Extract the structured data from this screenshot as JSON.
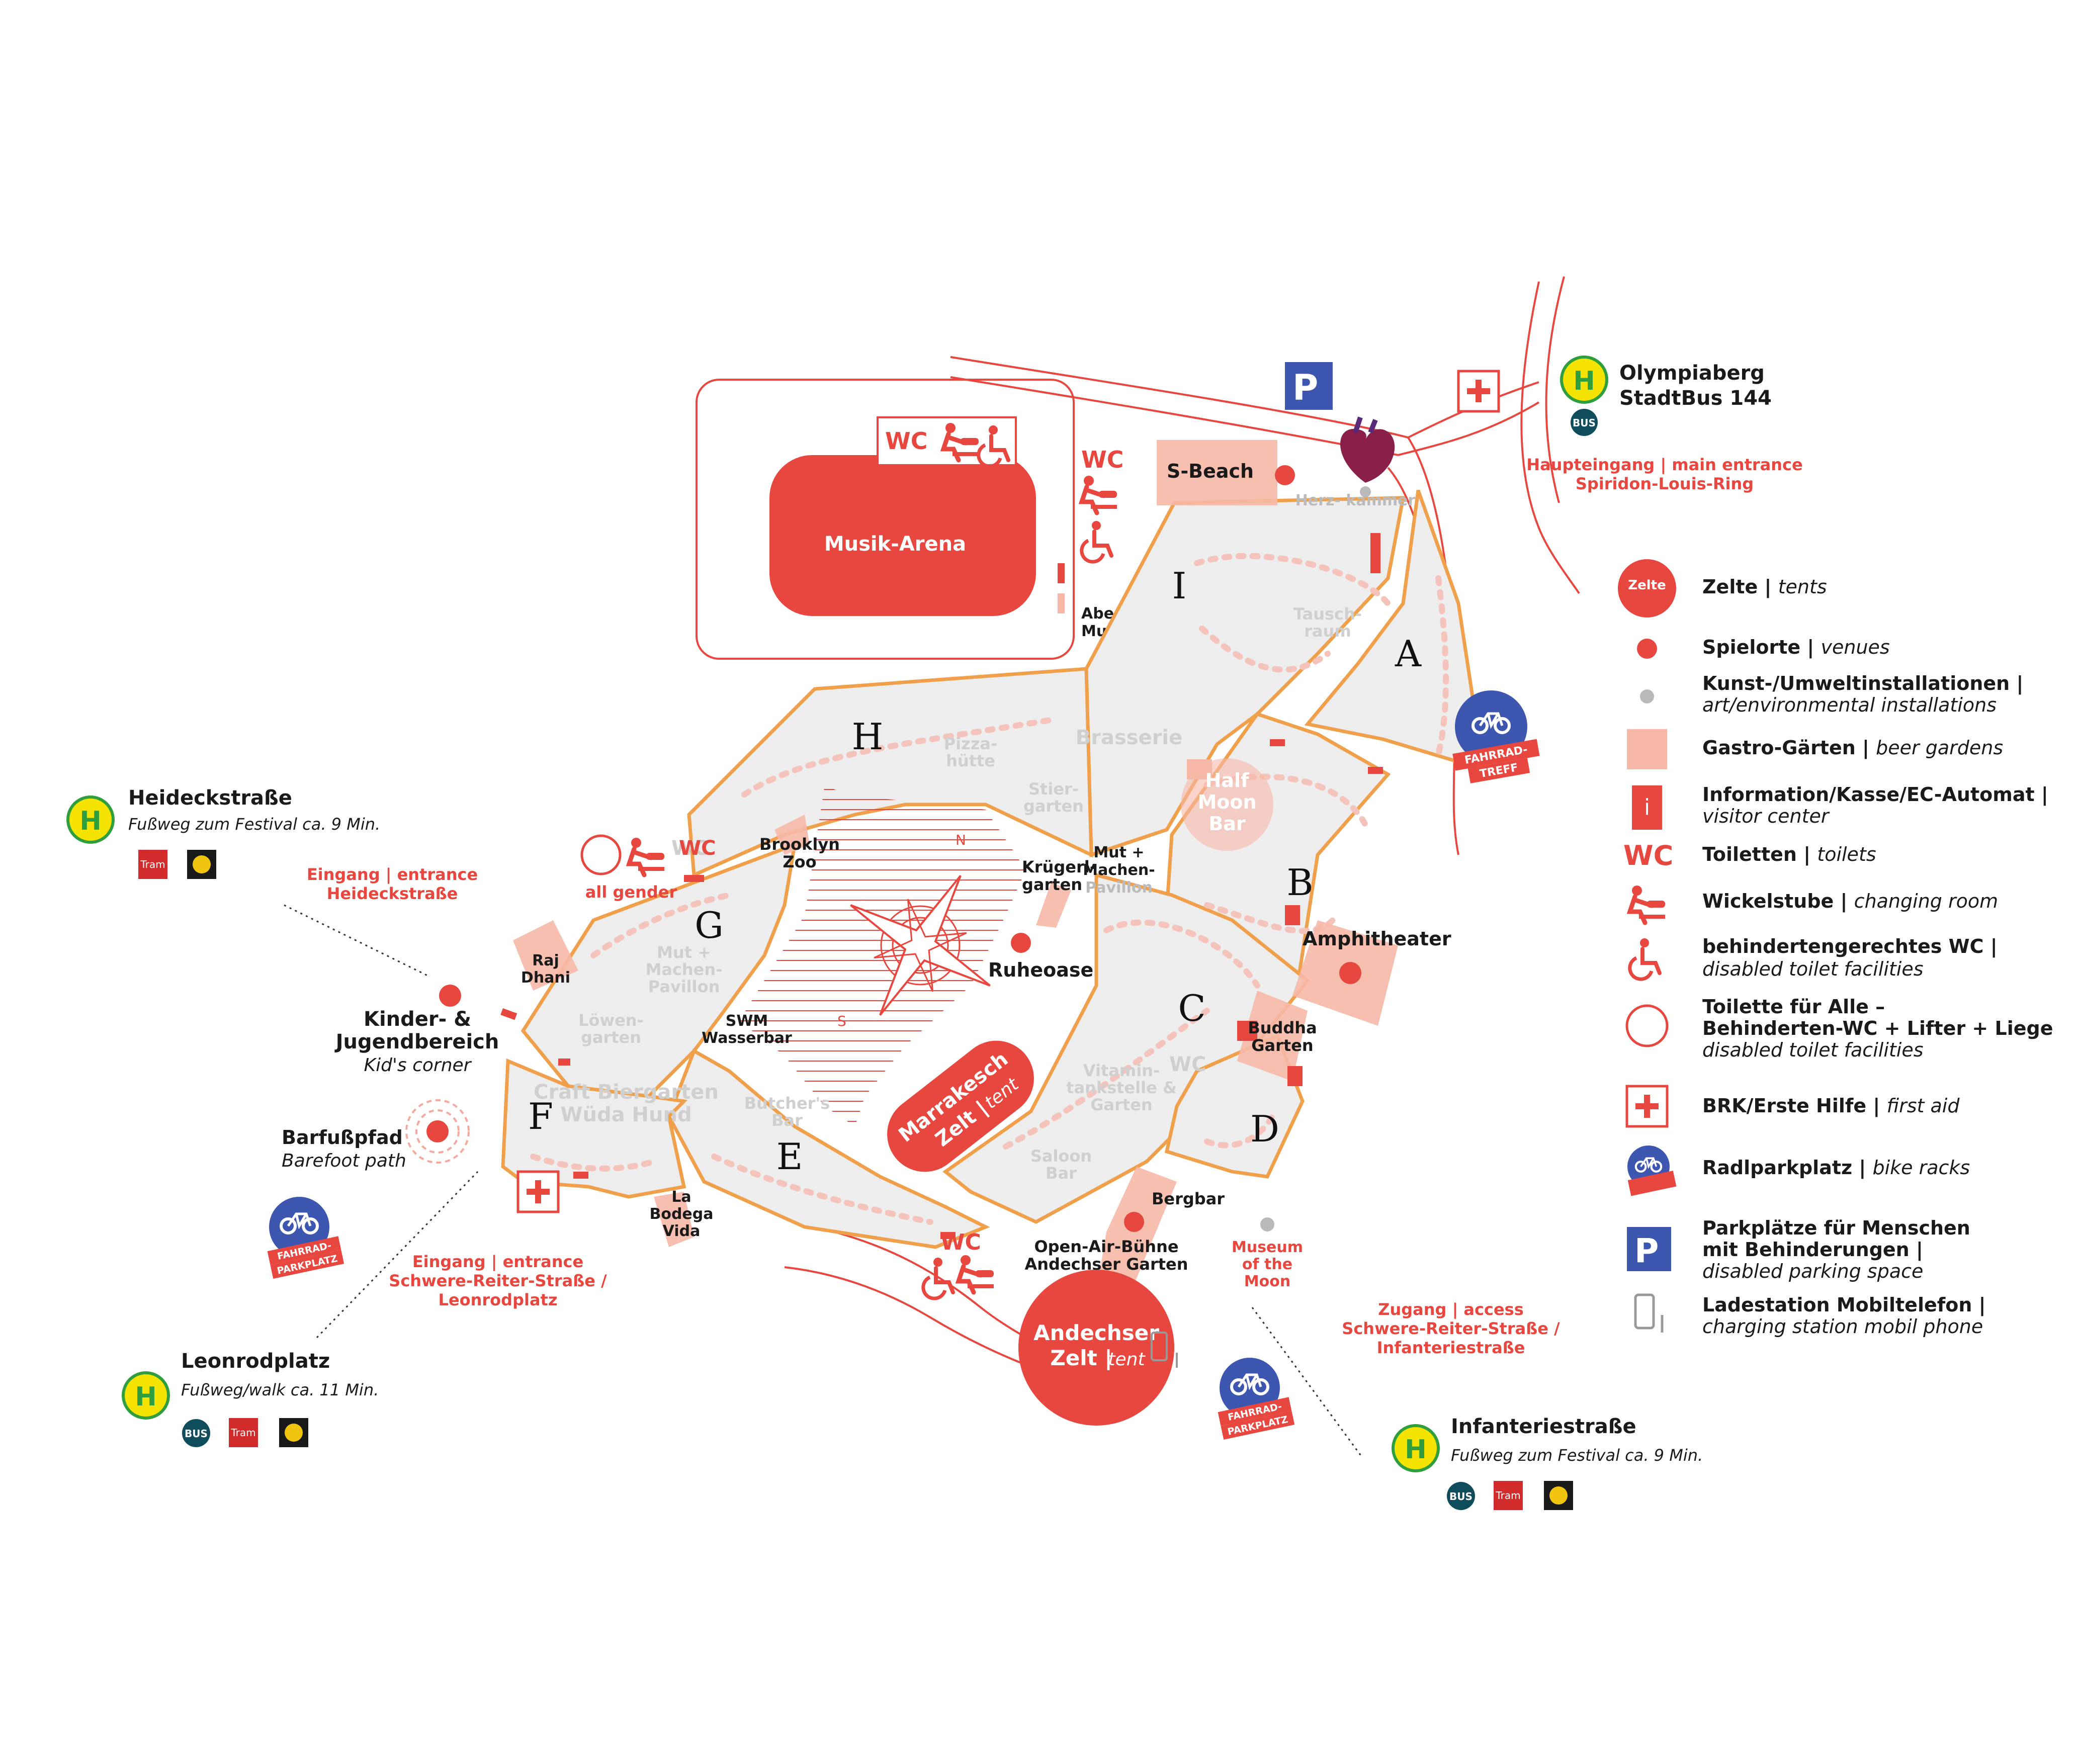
{
  "colors": {
    "accent_red": "#e8473f",
    "zone_fill": "#ededed",
    "zone_border": "#f0a04b",
    "garden": "#f6b8a6",
    "parking_blue": "#3d56b0",
    "bus_teal": "#0f4c5c",
    "stop_yellow": "#f4e300",
    "stop_green": "#2e9e3e"
  },
  "zones": [
    "A",
    "B",
    "C",
    "D",
    "E",
    "F",
    "G",
    "H",
    "I"
  ],
  "venues": {
    "musik_arena": "Musik-Arena",
    "s_beach": "S-Beach",
    "herzkammer": "Herz-\nkammer",
    "abendkasse_1": "Abendkasse",
    "abendkasse_2": "Musik-Arena",
    "tausch_1": "Tausch-",
    "tausch_2": "raum",
    "brasserie": "Brasserie",
    "pizzahuette_1": "Pizza-",
    "pizzahuette_2": "hütte",
    "stiergarten_1": "Stier-",
    "stiergarten_2": "garten",
    "half_moon_1": "Half",
    "half_moon_2": "Moon",
    "half_moon_3": "Bar",
    "kruegergarten_1": "Krügerl-",
    "kruegergarten_2": "garten",
    "mutmachen_1": "Mut +",
    "mutmachen_2": "Machen-",
    "mutmachen_3": "Pavillon",
    "brooklyn_1": "Brooklyn",
    "brooklyn_2": "Zoo",
    "ruheoase": "Ruheoase",
    "amphitheater": "Amphitheater",
    "buddha_1": "Buddha",
    "buddha_2": "Garten",
    "vitamin_1": "Vitamin-",
    "vitamin_2": "tankstelle &",
    "vitamin_3": "Garten",
    "saloon_1": "Saloon",
    "saloon_2": "Bar",
    "bergbar": "Bergbar",
    "openair_1": "Open-Air-Bühne",
    "openair_2": "Andechser Garten",
    "museum_1": "Museum",
    "museum_2": "of the",
    "museum_3": "Moon",
    "andechser_1": "Andechser",
    "andechser_2": "Zelt |",
    "andechser_3": "tent",
    "marrakesch_1": "Marrakesch",
    "marrakesch_2": "Zelt |",
    "marrakesch_3": "tent",
    "butchers_1": "Butcher's",
    "butchers_2": "Bar",
    "bodega_1": "La",
    "bodega_2": "Bodega",
    "bodega_3": "Vida",
    "craft_1": "Craft Biergarten",
    "craft_2": "Wüda Hund",
    "swm_1": "SWM",
    "swm_2": "Wasserbar",
    "loewen_1": "Löwen-",
    "loewen_2": "garten",
    "mutmachen_g_1": "Mut +",
    "mutmachen_g_2": "Machen-",
    "mutmachen_g_3": "Pavillon",
    "raj_1": "Raj",
    "raj_2": "Dhani",
    "all_gender": "all gender",
    "kinder_1": "Kinder- &",
    "kinder_2": "Jugendbereich",
    "kinder_3": "Kid's corner",
    "barfuss_1": "Barfußpfad",
    "barfuss_2": "Barefoot path",
    "wc": "WC"
  },
  "stops": {
    "olympiaberg": {
      "name_1": "Olympiaberg",
      "name_2": "StadtBus 144",
      "badges": [
        "BUS"
      ]
    },
    "heideck": {
      "name": "Heideckstraße",
      "sub": "Fußweg zum Festival ca. 9 Min.",
      "badges": [
        "Tram"
      ]
    },
    "leonrod": {
      "name": "Leonrodplatz",
      "sub": "Fußweg/walk ca. 11 Min.",
      "badges": [
        "BUS",
        "Tram"
      ]
    },
    "infanterie": {
      "name": "Infanteriestraße",
      "sub": "Fußweg zum Festival ca. 9 Min.",
      "badges": [
        "BUS",
        "Tram"
      ]
    }
  },
  "entrances": {
    "main_1": "Haupteingang | main entrance",
    "main_2": "Spiridon-Louis-Ring",
    "heideck_1": "Eingang | entrance",
    "heideck_2": "Heideckstraße",
    "schwere_1": "Eingang | entrance",
    "schwere_2": "Schwere-Reiter-Straße /",
    "schwere_3": "Leonrodplatz",
    "access_1": "Zugang | access",
    "access_2": "Schwere-Reiter-Straße /",
    "access_3": "Infanteriestraße"
  },
  "bike": {
    "treff_1": "FAHRRAD-",
    "treff_2": "TREFF",
    "park_1": "FAHRRAD-",
    "park_2": "PARKPLATZ"
  },
  "compass": {
    "n": "N",
    "s": "S"
  },
  "legend": [
    {
      "icon": "tent-icon",
      "badge": "Zelte",
      "l1": "Zelte | ",
      "l1i": "tents",
      "l2": ""
    },
    {
      "icon": "venue-dot-icon",
      "l1": "Spielorte | ",
      "l1i": "venues",
      "l2": ""
    },
    {
      "icon": "installation-dot-icon",
      "l1": "Kunst-/Umweltinstallationen |",
      "l1i": "",
      "l2": "art/environmental installations"
    },
    {
      "icon": "beer-garden-icon",
      "l1": "Gastro-Gärten | ",
      "l1i": "beer gardens",
      "l2": ""
    },
    {
      "icon": "info-icon",
      "badge": "i",
      "l1": "Information/Kasse/EC-Automat |",
      "l1i": "",
      "l2": "visitor center"
    },
    {
      "icon": "wc-icon",
      "badge": "WC",
      "l1": "Toiletten | ",
      "l1i": "toilets",
      "l2": ""
    },
    {
      "icon": "changing-room-icon",
      "l1": "Wickelstube | ",
      "l1i": "changing room",
      "l2": ""
    },
    {
      "icon": "wheelchair-icon",
      "l1": "behindertengerechtes WC |",
      "l1i": "",
      "l2": "disabled toilet facilities"
    },
    {
      "icon": "toilet-for-all-icon",
      "l1": "Toilette für Alle –",
      "l1i": "",
      "l1b": "Behinderten-WC + Lifter + Liege",
      "l2": "disabled toilet facilities"
    },
    {
      "icon": "first-aid-icon",
      "l1": "BRK/Erste Hilfe | ",
      "l1i": "first aid",
      "l2": ""
    },
    {
      "icon": "bike-rack-icon",
      "l1": "Radlparkplatz  | ",
      "l1i": "bike racks",
      "l2": ""
    },
    {
      "icon": "disabled-parking-icon",
      "l1": "Parkplätze für Menschen",
      "l1i": "",
      "l1b": "mit Behinderungen |",
      "l2": "disabled parking space"
    },
    {
      "icon": "charging-station-icon",
      "l1": "Ladestation Mobiltelefon  |",
      "l1i": "",
      "l2": "charging station mobil phone"
    }
  ]
}
